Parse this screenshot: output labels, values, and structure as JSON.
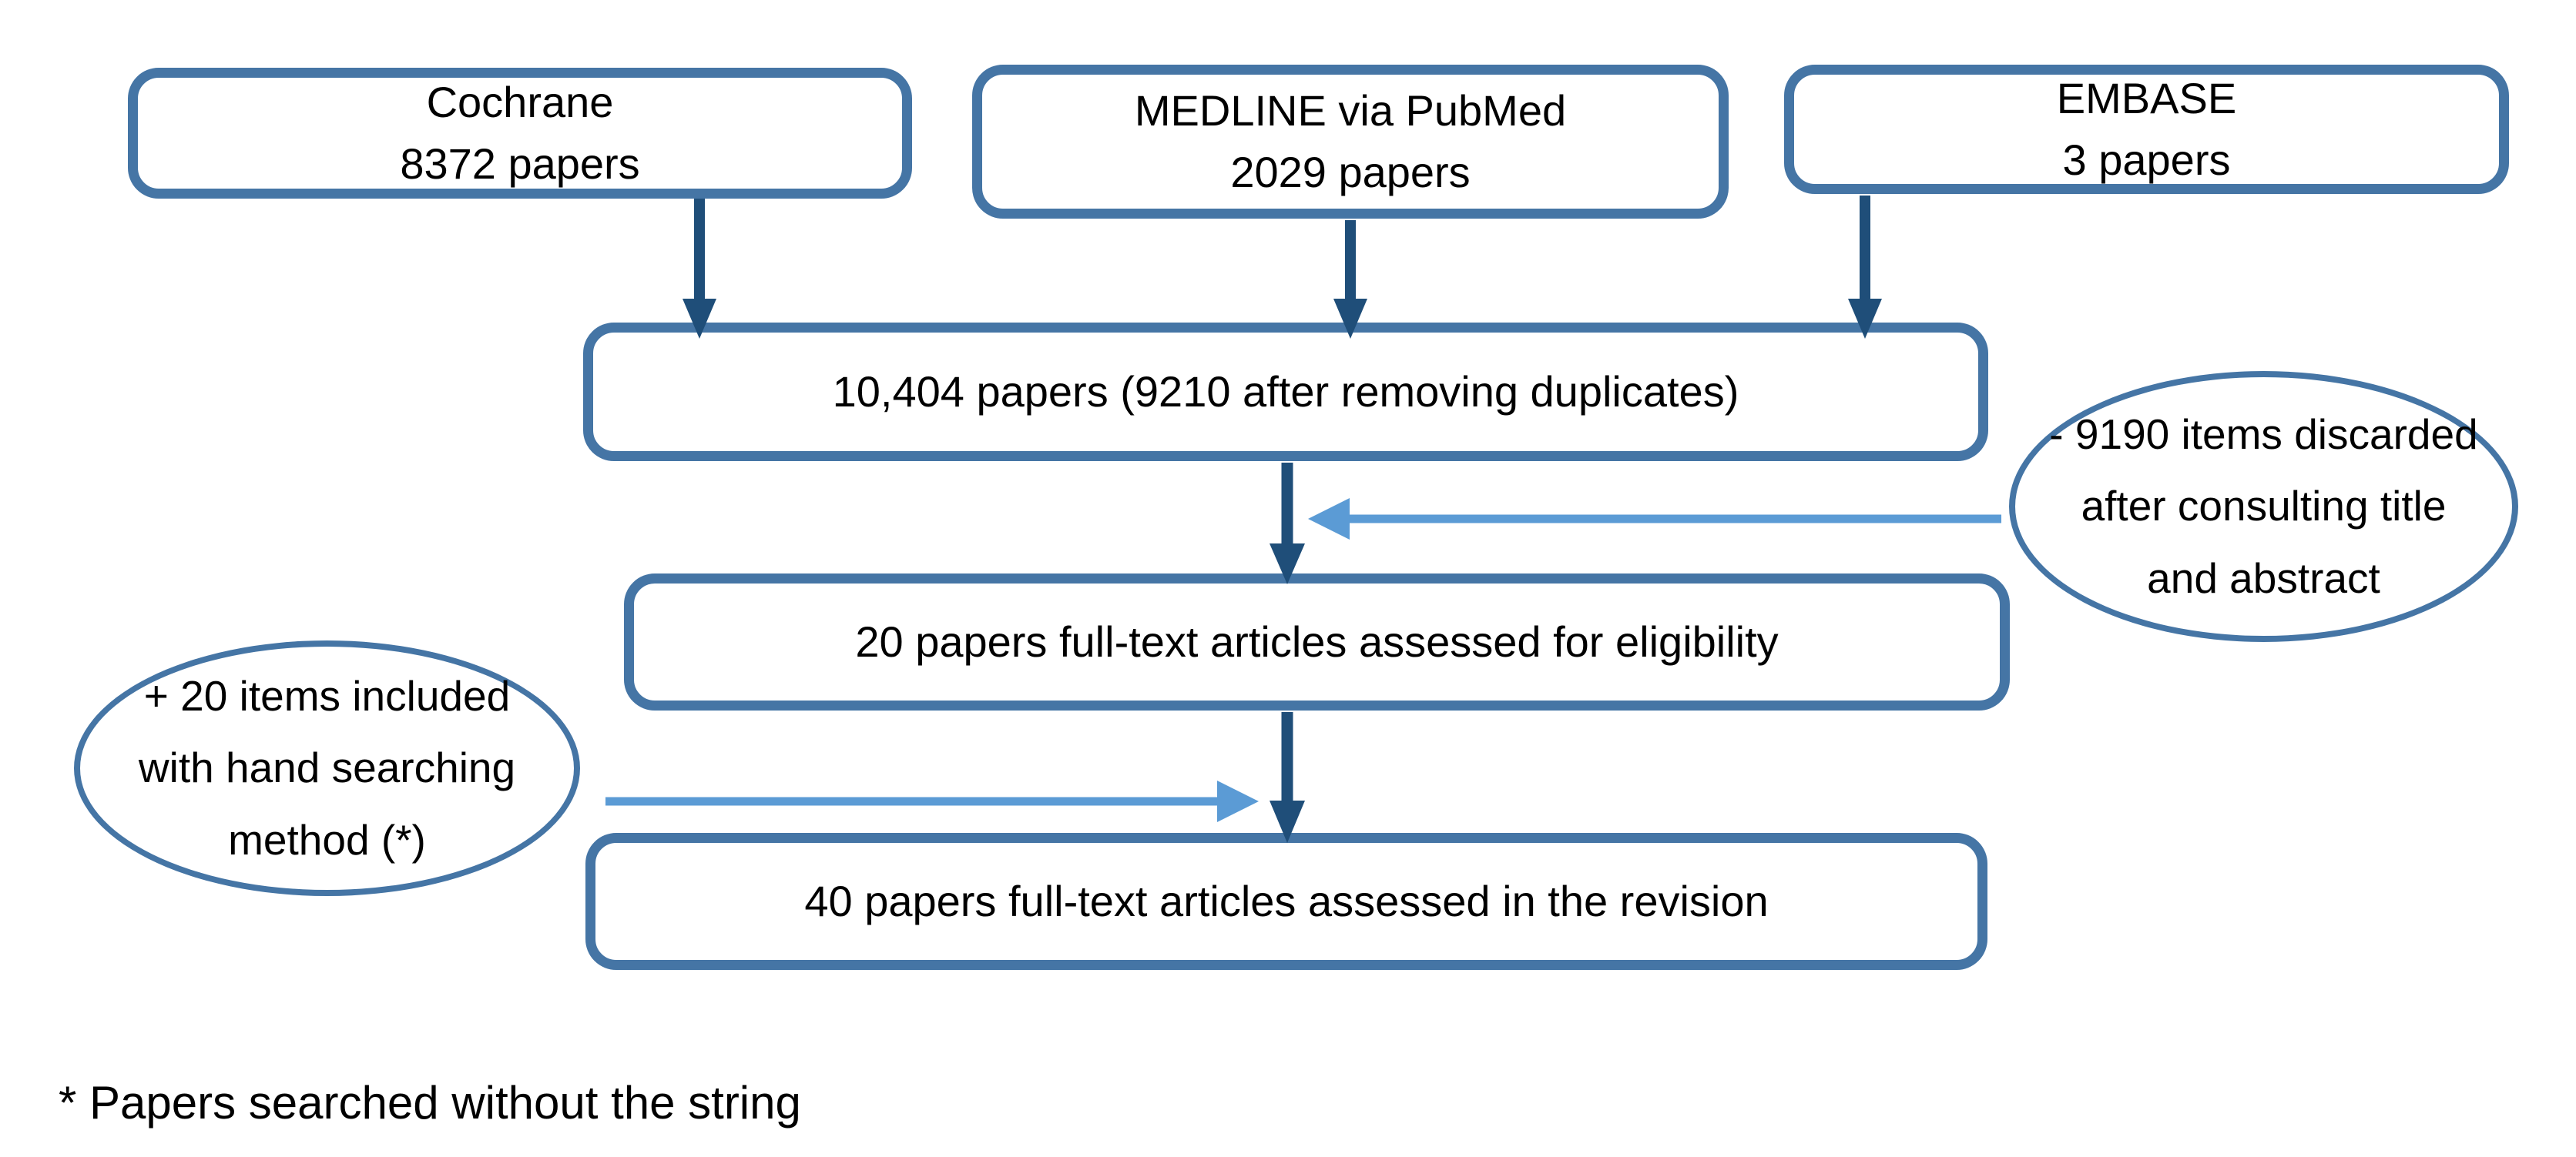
{
  "colors": {
    "box_border": "#4575A5",
    "dark_arrow": "#1F4E79",
    "light_arrow": "#5B9BD5",
    "text": "#000000",
    "background": "#FFFFFF"
  },
  "sources": [
    {
      "name": "Cochrane",
      "count": "8372 papers"
    },
    {
      "name": "MEDLINE via PubMed",
      "count": "2029 papers"
    },
    {
      "name": "EMBASE",
      "count": "3 papers"
    }
  ],
  "stages": {
    "pool": "10,404 papers (9210 after removing duplicates)",
    "eligibility": "20 papers full-text articles assessed for eligibility",
    "revision": "40 papers full-text articles assessed in the revision"
  },
  "annotations": {
    "discarded": "- 9190 items discarded\nafter consulting title\nand abstract",
    "hand_search": "+ 20 items included\nwith hand searching\nmethod (*)"
  },
  "footnote": "* Papers searched without the string"
}
